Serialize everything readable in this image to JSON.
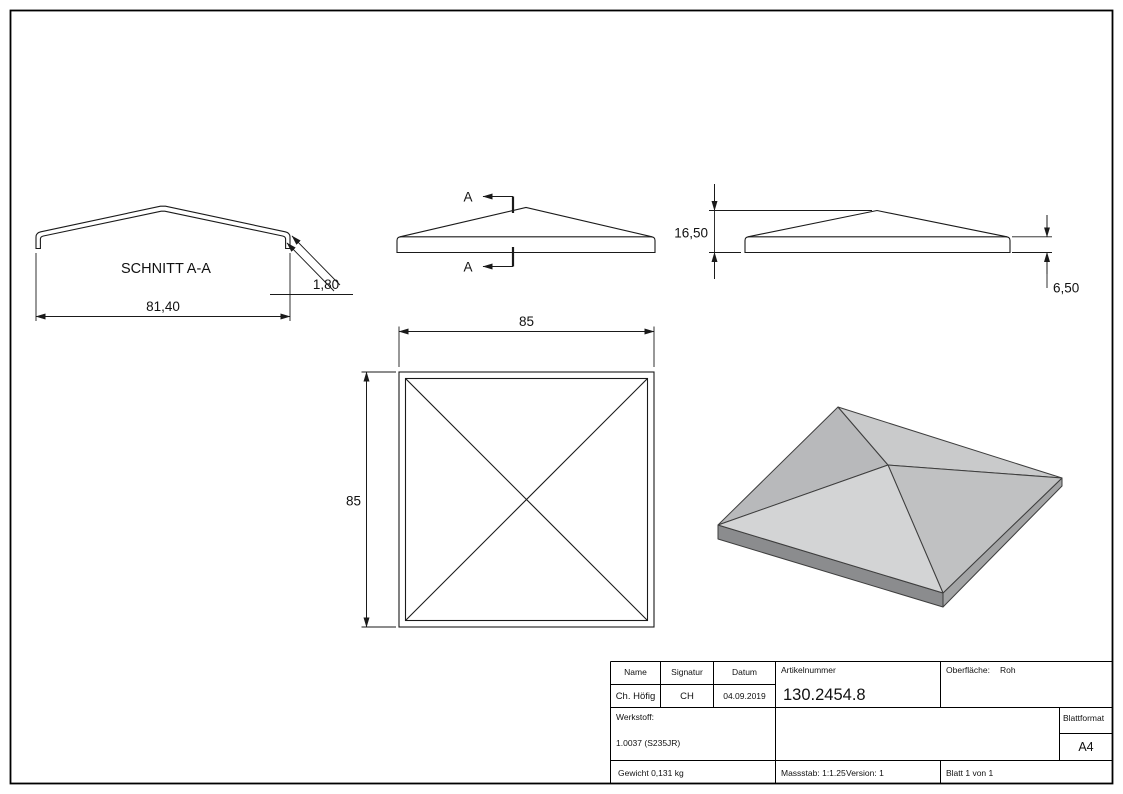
{
  "sheet": {
    "background": "#ffffff",
    "line_color": "#1a1a1a"
  },
  "views": {
    "section": {
      "label": "SCHNITT A-A",
      "dim_width": "81,40",
      "dim_thickness": "1,80"
    },
    "front": {
      "cut_label": "A"
    },
    "side": {
      "dim_total_height": "16,50",
      "dim_rim_height": "6,50"
    },
    "plan": {
      "dim_width": "85",
      "dim_height": "85"
    },
    "iso": {
      "face_nw": "#b8b9bb",
      "face_ne": "#c9cacb",
      "face_se": "#c0c1c2",
      "face_sw": "#d3d4d5",
      "rim_sw": "#8b8c8e",
      "rim_se": "#a3a4a5"
    }
  },
  "title_block": {
    "name_label": "Name",
    "signatur_label": "Signatur",
    "datum_label": "Datum",
    "name_value": "Ch. Höfig",
    "signatur_value": "CH",
    "datum_value": "04.09.2019",
    "artikelnummer_label": "Artikelnummer",
    "artikelnummer_value": "130.2454.8",
    "oberflaeche_label": "Oberfläche:",
    "oberflaeche_value": "Roh",
    "werkstoff_label": "Werkstoff:",
    "werkstoff_value": "1.0037 (S235JR)",
    "blattformat_label": "Blattformat",
    "blattformat_value": "A4",
    "gewicht": "Gewicht 0,131 kg",
    "massstab": "Massstab: 1:1.25",
    "version": "Version: 1",
    "blatt": "Blatt 1 von 1"
  }
}
